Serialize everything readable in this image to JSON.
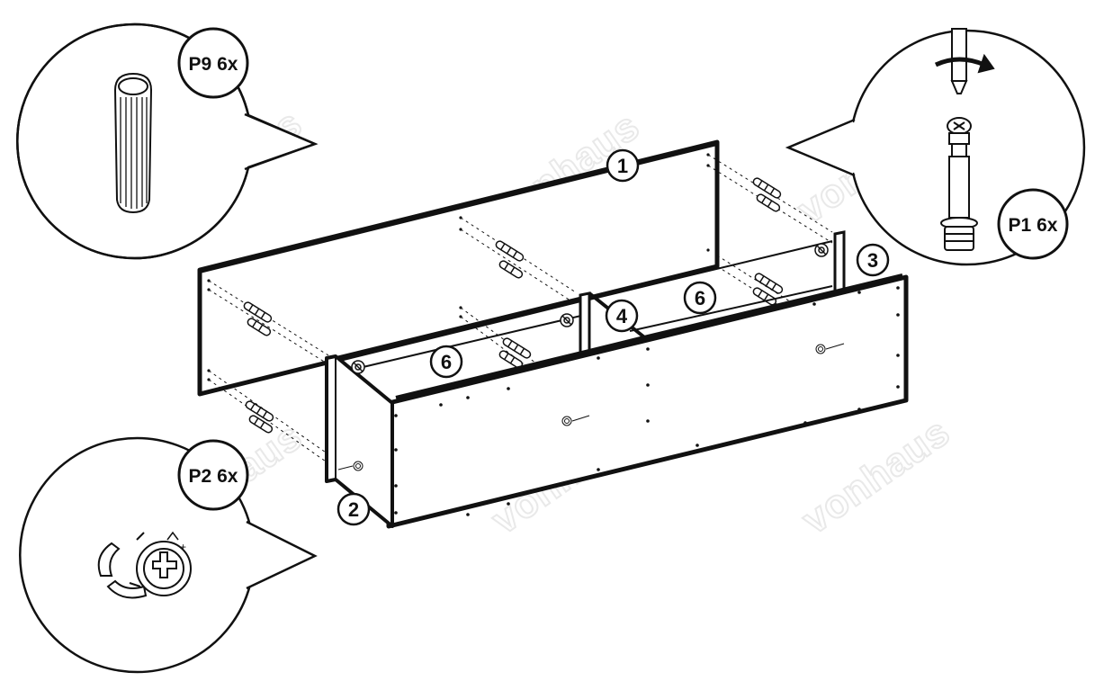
{
  "watermark": "vonhaus",
  "parts": {
    "p9": {
      "code": "P9",
      "qty": "6x"
    },
    "p1": {
      "code": "P1",
      "qty": "6x"
    },
    "p2": {
      "code": "P2",
      "qty": "6x"
    }
  },
  "panels": {
    "back": "1",
    "left_side": "2",
    "right_side": "3",
    "divider": "4",
    "shelf_left": "6",
    "shelf_right": "6"
  },
  "colors": {
    "line": "#111111",
    "watermark": "#e9e9e9",
    "background": "#ffffff"
  }
}
